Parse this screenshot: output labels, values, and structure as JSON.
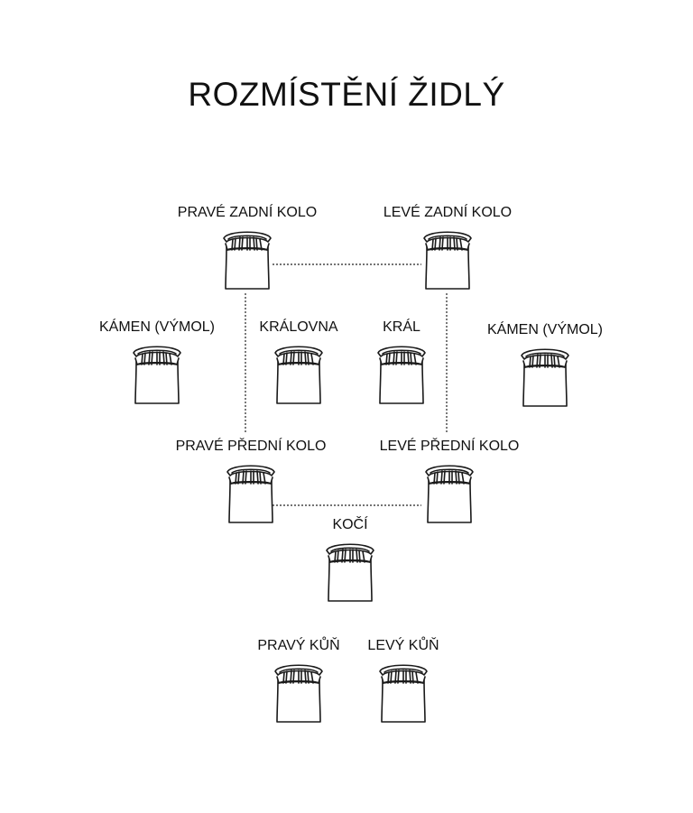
{
  "title": "ROZMÍSTĚNÍ ŽIDLÝ",
  "icon": "chair-icon",
  "seats": [
    {
      "id": "prave-zadni-kolo",
      "label": "PRAVÉ ZADNÍ KOLO"
    },
    {
      "id": "leve-zadni-kolo",
      "label": "LEVÉ ZADNÍ KOLO"
    },
    {
      "id": "kamen-vymol-left",
      "label": "KÁMEN (VÝMOL)"
    },
    {
      "id": "kralovna",
      "label": "KRÁLOVNA"
    },
    {
      "id": "kral",
      "label": "KRÁL"
    },
    {
      "id": "kamen-vymol-right",
      "label": "KÁMEN (VÝMOL)"
    },
    {
      "id": "prave-predni-kolo",
      "label": "PRAVÉ PŘEDNÍ KOLO"
    },
    {
      "id": "leve-predni-kolo",
      "label": "LEVÉ PŘEDNÍ KOLO"
    },
    {
      "id": "koci",
      "label": "KOČÍ"
    },
    {
      "id": "pravy-kun",
      "label": "PRAVÝ KŮŇ"
    },
    {
      "id": "levy-kun",
      "label": "LEVÝ KŮŇ"
    }
  ]
}
